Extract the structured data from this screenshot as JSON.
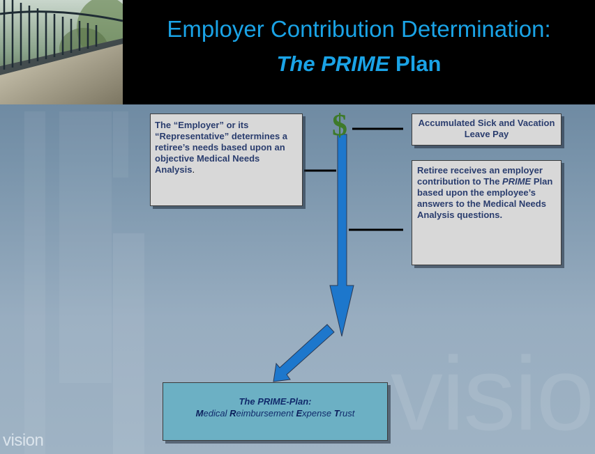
{
  "title": {
    "line1": "Employer Contribution Determination:",
    "line2_italic": "The PRIME",
    "line2_rest": "Plan"
  },
  "dollar_symbol": "$",
  "boxes": {
    "employer": {
      "text": "The “Employer” or its “Representative” determines a retiree’s needs based upon an objective Medical Needs Analysis",
      "end": "."
    },
    "accumulated": {
      "text": "Accumulated Sick and Vacation Leave Pay"
    },
    "retiree": {
      "part1": "Retiree receives an employer contribution to The",
      "prime": "PRIME",
      "part2": "Plan based upon the  employee’s answers to the Medical Needs Analysis questions."
    },
    "prime_plan": {
      "line1": "The PRIME-Plan:",
      "line2_m": "M",
      "line2_edical": "edical",
      "line2_r": "R",
      "line2_eimbursement": "eimbursement",
      "line2_e": "E",
      "line2_xpense": "xpense",
      "line2_t": "T",
      "line2_rust": "rust"
    }
  },
  "footer": {
    "logo": "vision"
  },
  "watermark": "vision",
  "colors": {
    "title_text": "#1aa3e6",
    "arrow_fill": "#1d77cc",
    "dollar": "#3e7a2a",
    "prime_box": "#6cb0c4",
    "box_fill": "#d8d8d8"
  }
}
